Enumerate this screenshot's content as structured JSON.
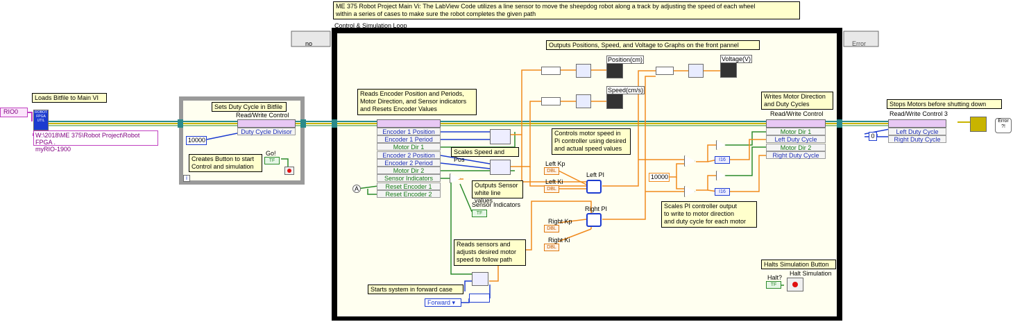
{
  "top_comment": "ME 375 Robot Project Main Vi: The LabView Code utilizes a line sensor to move the sheepdog robot along a track by adjusting the speed of each wheel\nwithin a series of cases to make sure the robot completes the given path",
  "loop": {
    "title": "Control & Simulation Loop",
    "left_param": "no",
    "right_param": "Error"
  },
  "left": {
    "comment": "Loads Bitfile to Main VI",
    "rio": "RIO0",
    "fpga_icon": "ROBOT\nFPGA\nUTIL",
    "path": "W:\\2018\\ME 375\\Robot Project\\Robot FPGA .\nmyRIO-1900"
  },
  "duty": {
    "comment": "Sets Duty Cycle in Bitfile",
    "rw_label": "Read/Write Control",
    "row": "Duty Cycle Divisor",
    "const": "10000",
    "button_comment": "Creates Button to start\nControl and simulation",
    "go_label": "Go!",
    "tf": "TF"
  },
  "encoder": {
    "comment": "Reads Encoder Position and Periods,\nMotor Direction, and Sensor indicators\nand Resets Encoder Values",
    "rows": [
      "Encoder 1 Position",
      "Encoder 1 Period",
      "Motor Dir 1",
      "Encoder 2 Position",
      "Encoder 2 Period",
      "Motor Dir 2",
      "Sensor Indicators",
      "Reset Encoder 1",
      "Reset Encoder 2"
    ]
  },
  "middle": {
    "scales_comment": "Scales Speed and Pos",
    "outputs_sensor_comment": "Outputs Sensor\nwhite line values",
    "sensor_indicators_label": "Sensor Indicators",
    "tf": "TF",
    "reads_sensors_comment": "Reads sensors and\nadjusts desired motor\nspeed to follow path",
    "starts_comment": "Starts system in forward case",
    "forward": "Forward"
  },
  "graphs": {
    "comment": "Outputs Positions, Speed, and Voltage to Graphs on the front pannel",
    "position_label": "Position(cm)",
    "speed_label": "Speed(cm/s)",
    "voltage_label": "Voltage(V)"
  },
  "pi": {
    "comment": "Controls motor speed in\nPi controller using desired\nand actual speed values",
    "left_label": "Left PI",
    "right_label": "Right PI",
    "left_kp": "Left Kp",
    "left_ki": "Left Ki",
    "right_kp": "Right Kp",
    "right_ki": "Right Ki",
    "dbl": "DBL"
  },
  "scale": {
    "comment": "Scales PI controller output\nto write to motor direction\nand duty cycle for each motor",
    "const": "10000",
    "i16": "I16"
  },
  "writes": {
    "comment": "Writes Motor Direction\nand Duty Cycles",
    "rw_label": "Read/Write Control",
    "rows": [
      "Motor Dir 1",
      "Left Duty Cycle",
      "Motor Dir 2",
      "Right Duty Cycle"
    ]
  },
  "halt": {
    "comment": "Halts Simulation Button",
    "halt_q": "Halt?",
    "halt_label": "Halt Simulation",
    "tf": "TF"
  },
  "stop": {
    "comment": "Stops Motors before shutting down",
    "rw_label": "Read/Write Control 3",
    "rows": [
      "Left Duty Cycle",
      "Right Duty Cycle"
    ],
    "const": "0",
    "error_label": "Error\n?!"
  },
  "colors": {
    "loop_frame": "#000000",
    "loop_fill": "#fffff0",
    "orange_wire": "#f08a1c",
    "blue_wire": "#1c3bd0",
    "green_wire": "#2a8a2a",
    "pink_wire": "#c040c0",
    "cluster_teal": "#2a8a8a"
  }
}
